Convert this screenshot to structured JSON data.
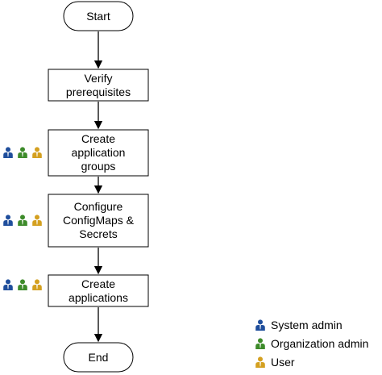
{
  "flowchart": {
    "nodes": [
      {
        "id": "start",
        "shape": "terminal",
        "text": "Start"
      },
      {
        "id": "verify",
        "shape": "process",
        "text": "Verify\nprerequisites"
      },
      {
        "id": "create-groups",
        "shape": "process",
        "text": "Create\napplication\ngroups",
        "roles": [
          "system-admin",
          "organization-admin",
          "user"
        ]
      },
      {
        "id": "configure",
        "shape": "process",
        "text": "Configure\nConfigMaps &\nSecrets",
        "roles": [
          "system-admin",
          "organization-admin",
          "user"
        ]
      },
      {
        "id": "create-apps",
        "shape": "process",
        "text": "Create\napplications",
        "roles": [
          "system-admin",
          "organization-admin",
          "user"
        ]
      },
      {
        "id": "end",
        "shape": "terminal",
        "text": "End"
      }
    ]
  },
  "legend": [
    {
      "role": "system-admin",
      "label": "System admin",
      "icon": "person-icon",
      "color": "#1f4e9c"
    },
    {
      "role": "organization-admin",
      "label": "Organization admin",
      "icon": "person-icon",
      "color": "#3d8b2a"
    },
    {
      "role": "user",
      "label": "User",
      "icon": "person-icon",
      "color": "#d4a020"
    }
  ],
  "colors": {
    "line": "#000000",
    "box_border": "#000000",
    "box_fill": "#ffffff"
  }
}
